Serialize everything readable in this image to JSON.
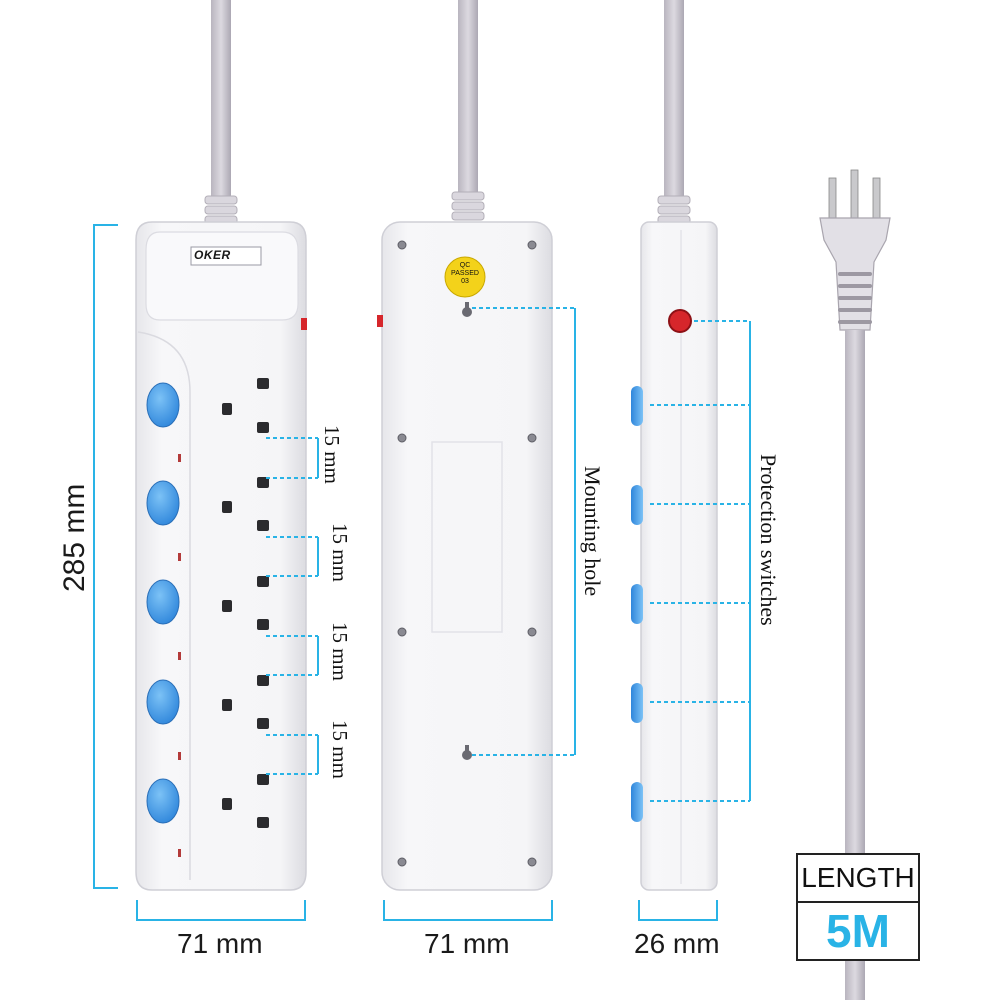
{
  "brand": {
    "logo_text": "OKER"
  },
  "qc_sticker": {
    "line1": "QC",
    "line2": "PASSED",
    "line3": "03"
  },
  "dimensions": {
    "height": "285 mm",
    "front_width": "71 mm",
    "back_width": "71 mm",
    "side_depth": "26 mm",
    "spacing": [
      "15 mm",
      "15 mm",
      "15 mm",
      "15 mm"
    ]
  },
  "annotations": {
    "mounting": "Mounting hole",
    "protection": "Protection switches"
  },
  "length_badge": {
    "label": "LENGTH",
    "value": "5M"
  },
  "colors": {
    "accent": "#29b3e6",
    "switch_blue": "#3d9be9",
    "body": "#f4f4f6",
    "cord": "#c9c6cf",
    "indicator_red": "#d6262b"
  }
}
